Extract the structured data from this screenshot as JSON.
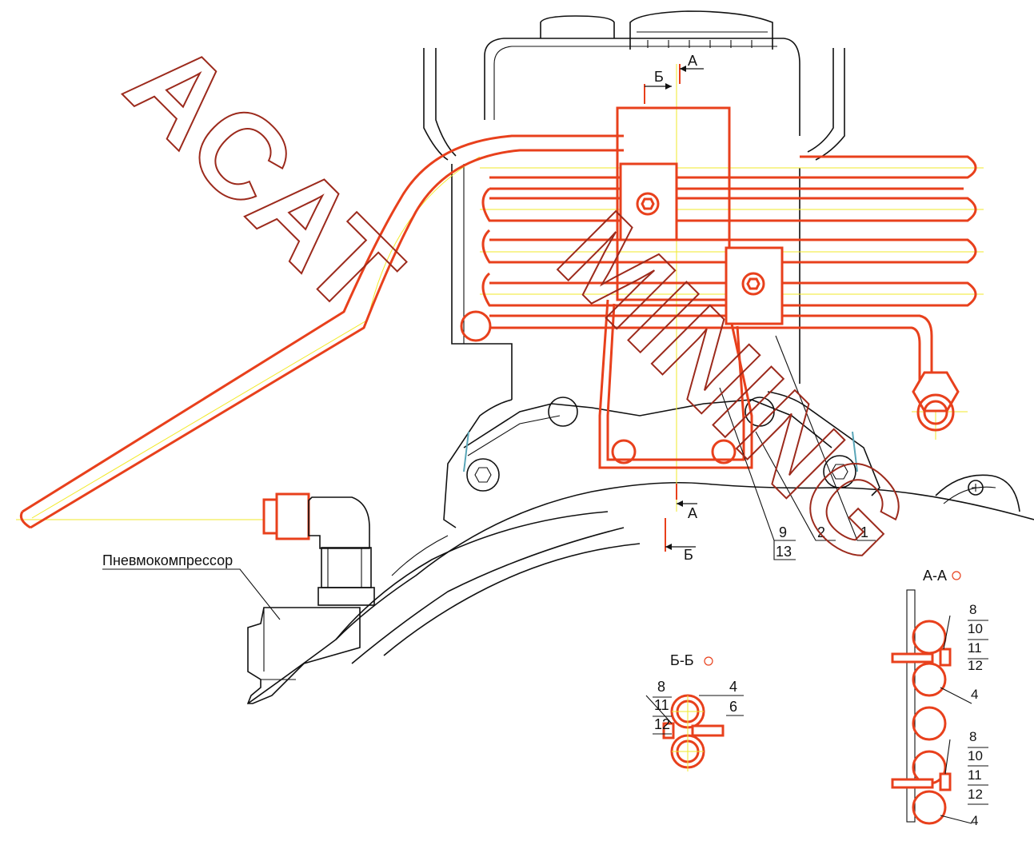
{
  "labels": {
    "compressor": "Пневмокомпрессор",
    "cut_a_top": "А",
    "cut_b_top": "Б",
    "cut_a_bottom": "А",
    "cut_b_bottom": "Б",
    "section_aa": "А-А",
    "section_bb": "Б-Б"
  },
  "callouts_main": {
    "p9": "9",
    "p13": "13",
    "p2": "2",
    "p1": "1"
  },
  "callouts_bb": {
    "p8": "8",
    "p11": "11",
    "p12": "12",
    "p4": "4",
    "p6": "6"
  },
  "callouts_aa": {
    "p8a": "8",
    "p10a": "10",
    "p11a": "11",
    "p12a": "12",
    "p4a": "4",
    "p8b": "8",
    "p10b": "10",
    "p11b": "11",
    "p12b": "12",
    "p4b": "4"
  },
  "watermark": "ACAT MINING",
  "colors": {
    "pipe": "#e8401c",
    "centerline": "#f2ea2a",
    "watermark": "#9c2a1c",
    "outline": "#111111"
  }
}
